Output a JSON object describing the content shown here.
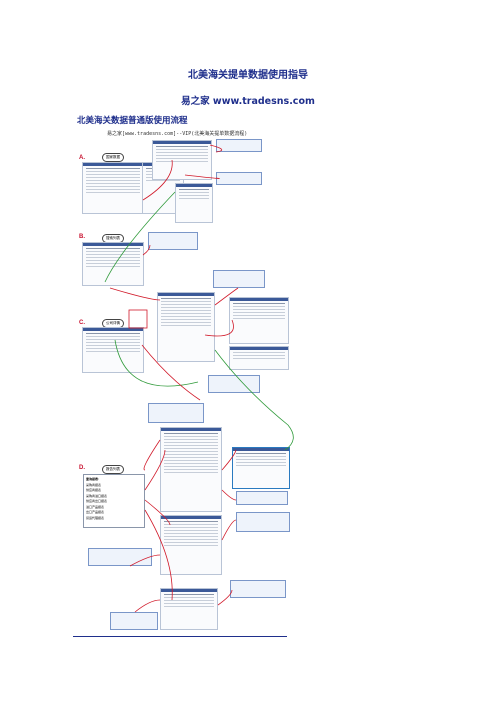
{
  "doc": {
    "title": "北美海关提单数据使用指导",
    "subtitle": "易之家 www.tradesns.com",
    "heading": "北美海关数据普通版使用流程",
    "caption": "易之家[www.tradesns.com]--VIP(北美海关提单数据流程)"
  },
  "steps": [
    {
      "label": "A.",
      "pill": "国家数据"
    },
    {
      "label": "B.",
      "pill": "搜索列表"
    },
    {
      "label": "C.",
      "pill": "公司详情"
    },
    {
      "label": "D.",
      "pill": "报告列表"
    }
  ],
  "menu": {
    "header": "查询报表:",
    "items": [
      "采购商报表",
      "供应商报表",
      "采购商进口报表",
      "供应商出口报表",
      "进口产品报表",
      "出口产品报表",
      "货运代理报表"
    ]
  },
  "colors": {
    "arrow_red": "#d11a2a",
    "arrow_green": "#2f9a3a",
    "heading_blue": "#1f2f8c"
  }
}
